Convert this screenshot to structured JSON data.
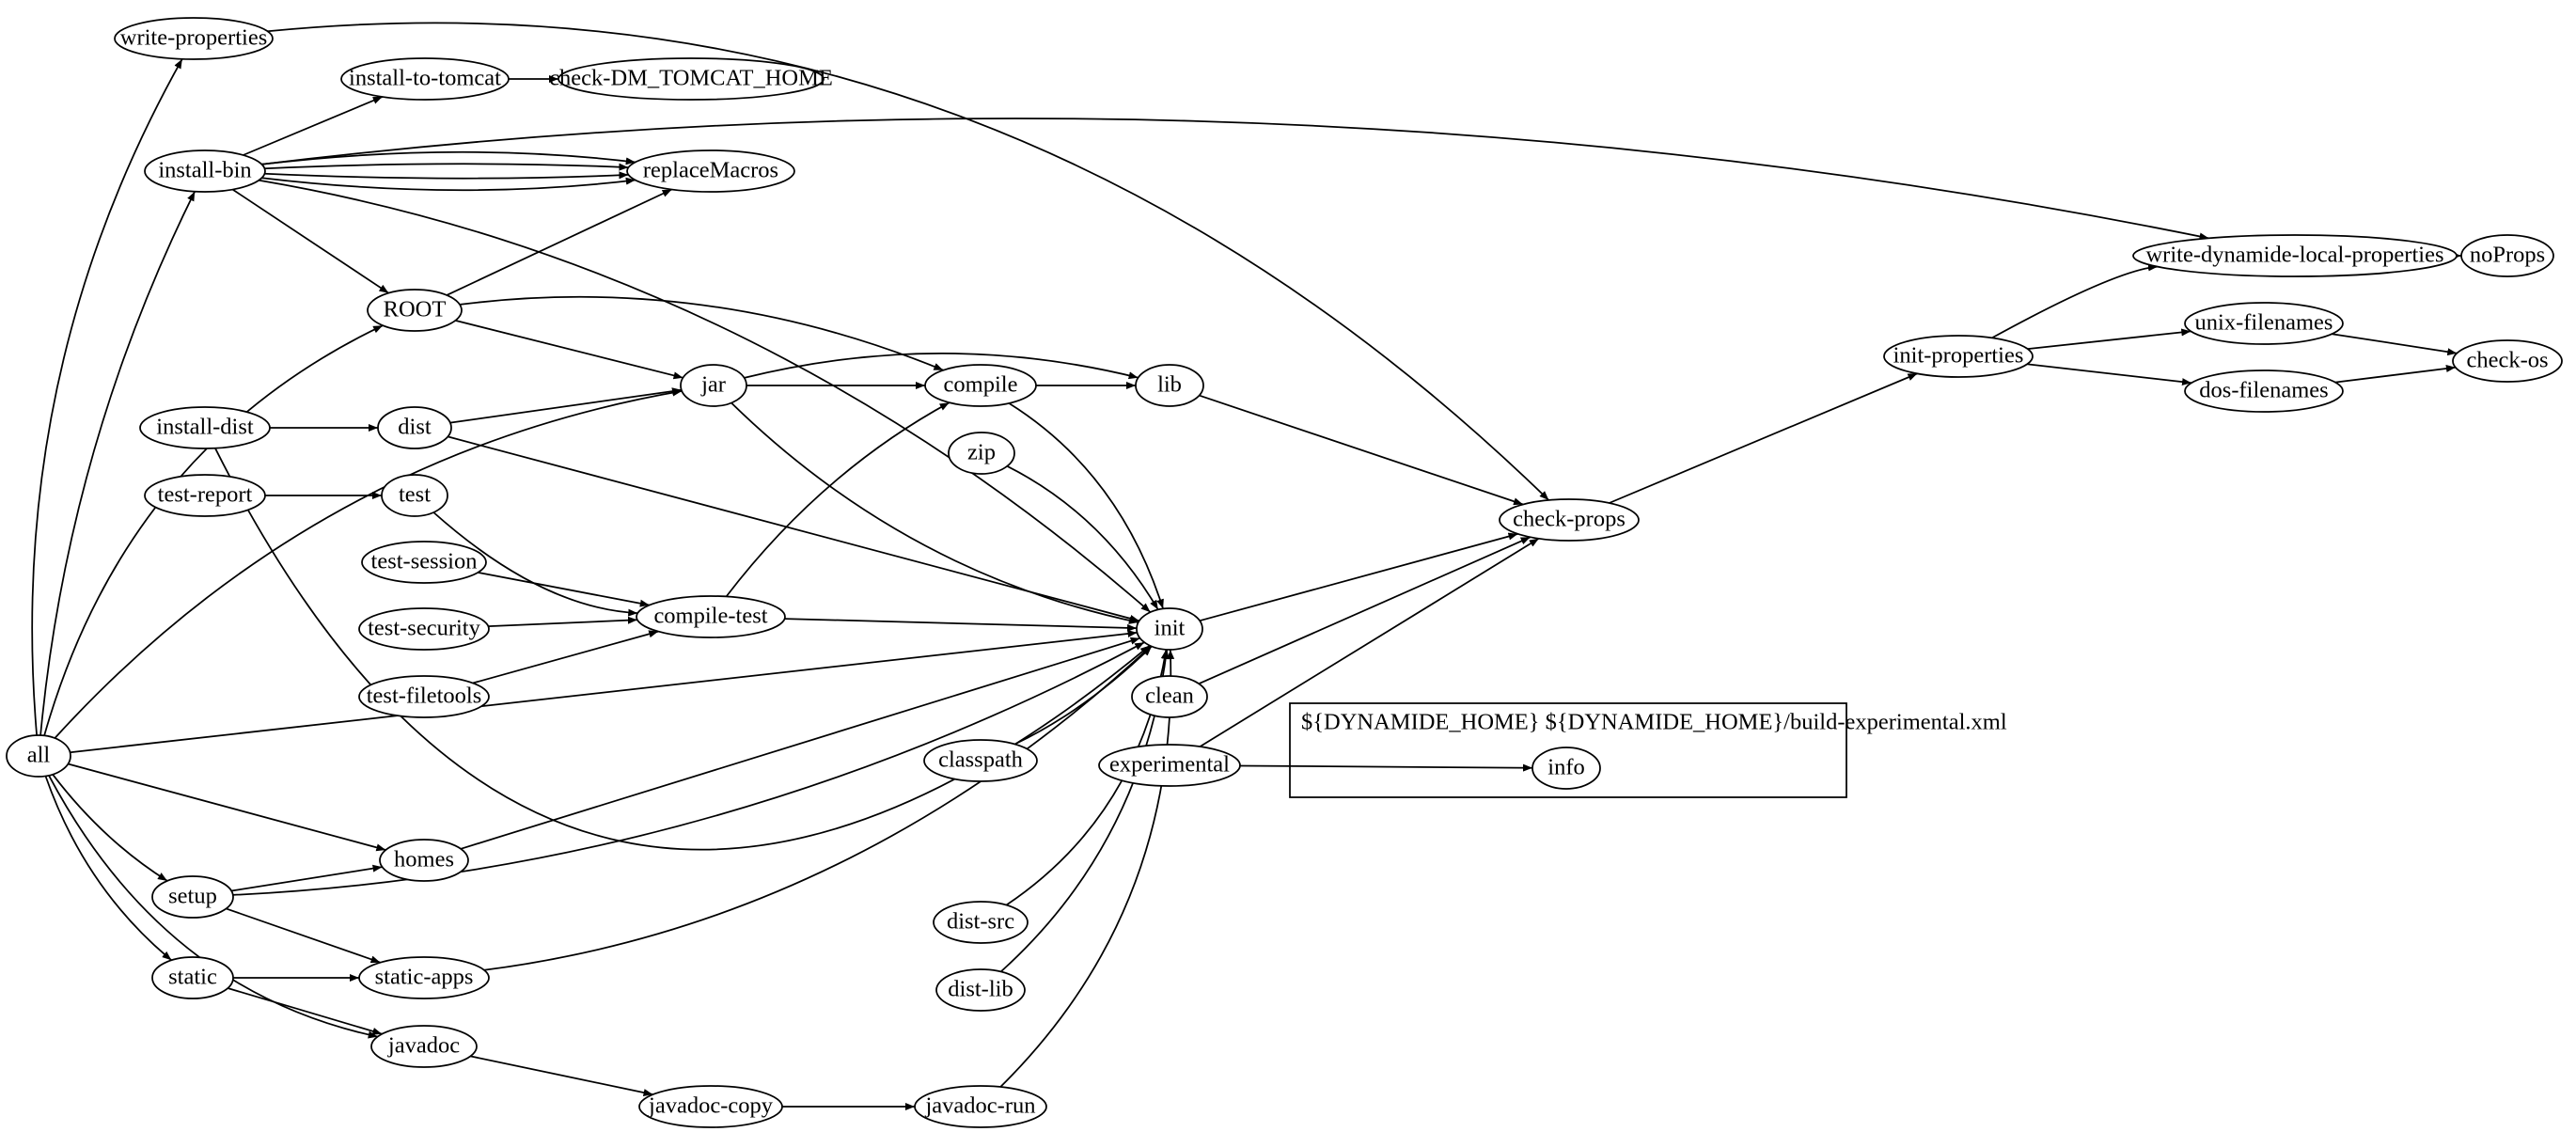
{
  "graph": {
    "cluster_label": "${DYNAMIDE_HOME} ${DYNAMIDE_HOME}/build-experimental.xml",
    "nodes": [
      {
        "id": "write-properties",
        "label": "write-properties"
      },
      {
        "id": "install-to-tomcat",
        "label": "install-to-tomcat"
      },
      {
        "id": "check-DM_TOMCAT_HOME",
        "label": "check-DM_TOMCAT_HOME"
      },
      {
        "id": "install-bin",
        "label": "install-bin"
      },
      {
        "id": "replaceMacros",
        "label": "replaceMacros"
      },
      {
        "id": "ROOT",
        "label": "ROOT"
      },
      {
        "id": "jar",
        "label": "jar"
      },
      {
        "id": "compile",
        "label": "compile"
      },
      {
        "id": "lib",
        "label": "lib"
      },
      {
        "id": "install-dist",
        "label": "install-dist"
      },
      {
        "id": "dist",
        "label": "dist"
      },
      {
        "id": "zip",
        "label": "zip"
      },
      {
        "id": "test-report",
        "label": "test-report"
      },
      {
        "id": "test",
        "label": "test"
      },
      {
        "id": "test-session",
        "label": "test-session"
      },
      {
        "id": "test-security",
        "label": "test-security"
      },
      {
        "id": "compile-test",
        "label": "compile-test"
      },
      {
        "id": "init",
        "label": "init"
      },
      {
        "id": "test-filetools",
        "label": "test-filetools"
      },
      {
        "id": "clean",
        "label": "clean"
      },
      {
        "id": "classpath",
        "label": "classpath"
      },
      {
        "id": "experimental",
        "label": "experimental"
      },
      {
        "id": "info",
        "label": "info"
      },
      {
        "id": "all",
        "label": "all"
      },
      {
        "id": "homes",
        "label": "homes"
      },
      {
        "id": "setup",
        "label": "setup"
      },
      {
        "id": "dist-src",
        "label": "dist-src"
      },
      {
        "id": "static",
        "label": "static"
      },
      {
        "id": "static-apps",
        "label": "static-apps"
      },
      {
        "id": "dist-lib",
        "label": "dist-lib"
      },
      {
        "id": "javadoc",
        "label": "javadoc"
      },
      {
        "id": "javadoc-copy",
        "label": "javadoc-copy"
      },
      {
        "id": "javadoc-run",
        "label": "javadoc-run"
      },
      {
        "id": "check-props",
        "label": "check-props"
      },
      {
        "id": "init-properties",
        "label": "init-properties"
      },
      {
        "id": "write-dynamide-local-properties",
        "label": "write-dynamide-local-properties"
      },
      {
        "id": "noProps",
        "label": "noProps"
      },
      {
        "id": "unix-filenames",
        "label": "unix-filenames"
      },
      {
        "id": "dos-filenames",
        "label": "dos-filenames"
      },
      {
        "id": "check-os",
        "label": "check-os"
      }
    ],
    "edges": [
      [
        "all",
        "write-properties"
      ],
      [
        "all",
        "install-bin"
      ],
      [
        "all",
        "ROOT"
      ],
      [
        "all",
        "jar"
      ],
      [
        "all",
        "init"
      ],
      [
        "all",
        "homes"
      ],
      [
        "all",
        "setup"
      ],
      [
        "all",
        "static"
      ],
      [
        "all",
        "javadoc"
      ],
      [
        "write-properties",
        "check-props"
      ],
      [
        "install-bin",
        "install-to-tomcat"
      ],
      [
        "install-bin",
        "replaceMacros"
      ],
      [
        "install-bin",
        "replaceMacros"
      ],
      [
        "install-bin",
        "replaceMacros"
      ],
      [
        "install-bin",
        "replaceMacros"
      ],
      [
        "install-bin",
        "ROOT"
      ],
      [
        "install-bin",
        "init"
      ],
      [
        "install-bin",
        "write-dynamide-local-properties"
      ],
      [
        "install-to-tomcat",
        "check-DM_TOMCAT_HOME"
      ],
      [
        "ROOT",
        "replaceMacros"
      ],
      [
        "ROOT",
        "jar"
      ],
      [
        "ROOT",
        "compile"
      ],
      [
        "jar",
        "compile"
      ],
      [
        "jar",
        "lib"
      ],
      [
        "jar",
        "init"
      ],
      [
        "compile",
        "lib"
      ],
      [
        "compile",
        "init"
      ],
      [
        "lib",
        "check-props"
      ],
      [
        "install-dist",
        "dist"
      ],
      [
        "install-dist",
        "init"
      ],
      [
        "dist",
        "jar"
      ],
      [
        "dist",
        "init"
      ],
      [
        "zip",
        "init"
      ],
      [
        "test-report",
        "test"
      ],
      [
        "test",
        "compile-test"
      ],
      [
        "test-session",
        "compile-test"
      ],
      [
        "test-security",
        "compile-test"
      ],
      [
        "test-filetools",
        "compile-test"
      ],
      [
        "compile-test",
        "compile"
      ],
      [
        "compile-test",
        "init"
      ],
      [
        "classpath",
        "init"
      ],
      [
        "homes",
        "init"
      ],
      [
        "setup",
        "homes"
      ],
      [
        "setup",
        "init"
      ],
      [
        "setup",
        "static-apps"
      ],
      [
        "static",
        "static-apps"
      ],
      [
        "static",
        "javadoc"
      ],
      [
        "static-apps",
        "init"
      ],
      [
        "dist-src",
        "init"
      ],
      [
        "dist-lib",
        "init"
      ],
      [
        "javadoc",
        "javadoc-copy"
      ],
      [
        "javadoc-copy",
        "javadoc-run"
      ],
      [
        "javadoc-run",
        "init"
      ],
      [
        "init",
        "check-props"
      ],
      [
        "clean",
        "check-props"
      ],
      [
        "experimental",
        "check-props"
      ],
      [
        "experimental",
        "info"
      ],
      [
        "check-props",
        "init-properties"
      ],
      [
        "init-properties",
        "write-dynamide-local-properties"
      ],
      [
        "init-properties",
        "unix-filenames"
      ],
      [
        "init-properties",
        "dos-filenames"
      ],
      [
        "write-dynamide-local-properties",
        "noProps"
      ],
      [
        "unix-filenames",
        "check-os"
      ],
      [
        "dos-filenames",
        "check-os"
      ]
    ]
  }
}
